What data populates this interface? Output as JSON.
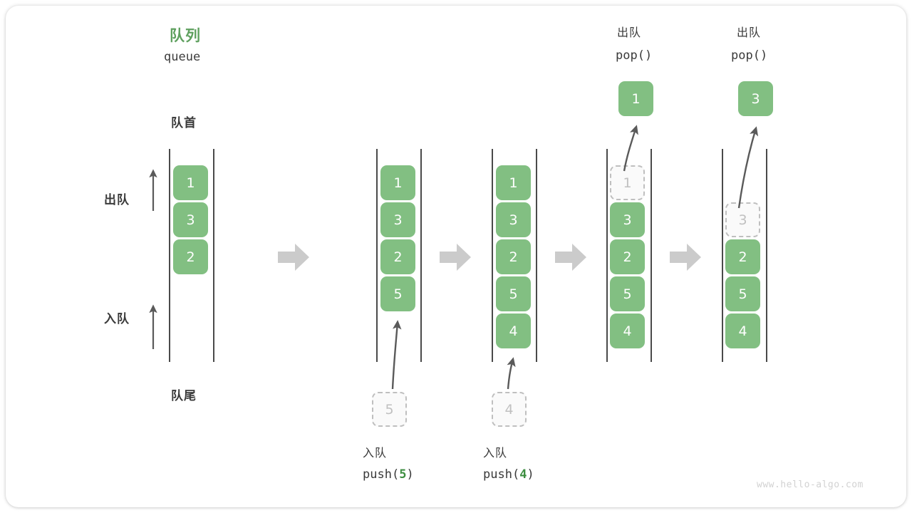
{
  "diagram": {
    "title_cn": "队列",
    "title_en": "queue",
    "head_label": "队首",
    "tail_label": "队尾",
    "side_labels": {
      "dequeue": "出队",
      "enqueue": "入队"
    },
    "watermark": "www.hello-algo.com",
    "colors": {
      "accent_green": "#82BF82",
      "title_green": "#5FA05F",
      "code_arg_green": "#3E8E41",
      "ghost_fill": "#fafafa",
      "ghost_border": "#bfbfbf",
      "rail": "#4a4a4a",
      "step_arrow": "#cbcbcb",
      "text": "#3a3a3a",
      "watermark": "#d2d2d2"
    },
    "icons": {
      "step_arrow": "right-block-arrow-icon",
      "up_arrow": "up-arrow-icon",
      "push_arrow": "push-arrow-icon",
      "pop_arrow": "pop-arrow-icon"
    },
    "steps": [
      {
        "id": "initial",
        "queue": [
          "1",
          "3",
          "2"
        ],
        "ghost_index": null,
        "op_cn": "",
        "op_code": "",
        "staged_value": null,
        "popped_value": null
      },
      {
        "id": "push-5",
        "queue": [
          "1",
          "3",
          "2",
          "5"
        ],
        "ghost_index": null,
        "op_cn": "入队",
        "op_code_prefix": "push(",
        "op_code_arg": "5",
        "op_code_suffix": ")",
        "staged_value": "5",
        "popped_value": null
      },
      {
        "id": "push-4",
        "queue": [
          "1",
          "3",
          "2",
          "5",
          "4"
        ],
        "ghost_index": null,
        "op_cn": "入队",
        "op_code_prefix": "push(",
        "op_code_arg": "4",
        "op_code_suffix": ")",
        "staged_value": "4",
        "popped_value": null
      },
      {
        "id": "pop-1",
        "queue": [
          "1",
          "3",
          "2",
          "5",
          "4"
        ],
        "ghost_index": 0,
        "op_cn": "出队",
        "op_code_prefix": "pop(",
        "op_code_arg": "",
        "op_code_suffix": ")",
        "staged_value": null,
        "popped_value": "1"
      },
      {
        "id": "pop-3",
        "queue": [
          "3",
          "2",
          "5",
          "4"
        ],
        "ghost_index": 0,
        "op_cn": "出队",
        "op_code_prefix": "pop(",
        "op_code_arg": "",
        "op_code_suffix": ")",
        "staged_value": null,
        "popped_value": "3"
      }
    ]
  }
}
